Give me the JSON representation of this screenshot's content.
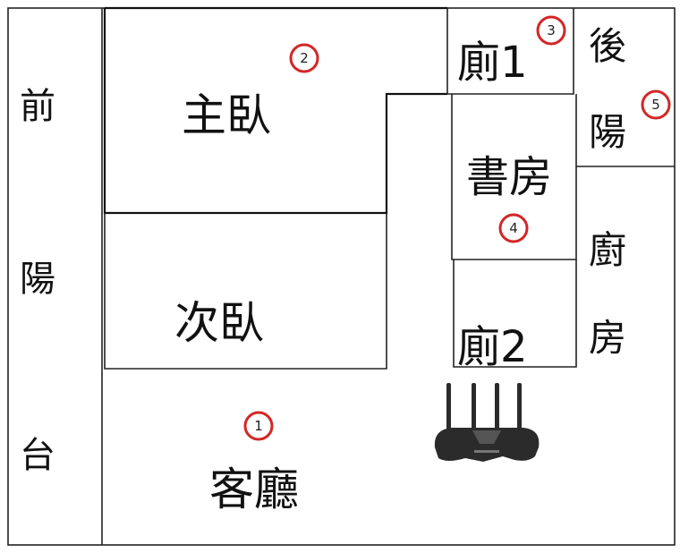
{
  "floorplan": {
    "rooms": {
      "front_balcony": [
        "前",
        "陽",
        "台"
      ],
      "master_bedroom": "主臥",
      "second_bedroom": "次臥",
      "living_room": "客廳",
      "bathroom_1": "廁1",
      "study": "書房",
      "bathroom_2": "廁2",
      "back_balcony": [
        "後",
        "陽"
      ],
      "kitchen": [
        "廚",
        "房"
      ]
    },
    "markers": {
      "living_room": "1",
      "master_bedroom": "2",
      "bathroom_1": "3",
      "study": "4",
      "back_balcony": "5"
    },
    "colors": {
      "wall": "#222222",
      "marker_ring": "#d32626",
      "router_body": "#2b2b2b"
    },
    "router": {
      "icon": "wifi-router-icon"
    }
  }
}
